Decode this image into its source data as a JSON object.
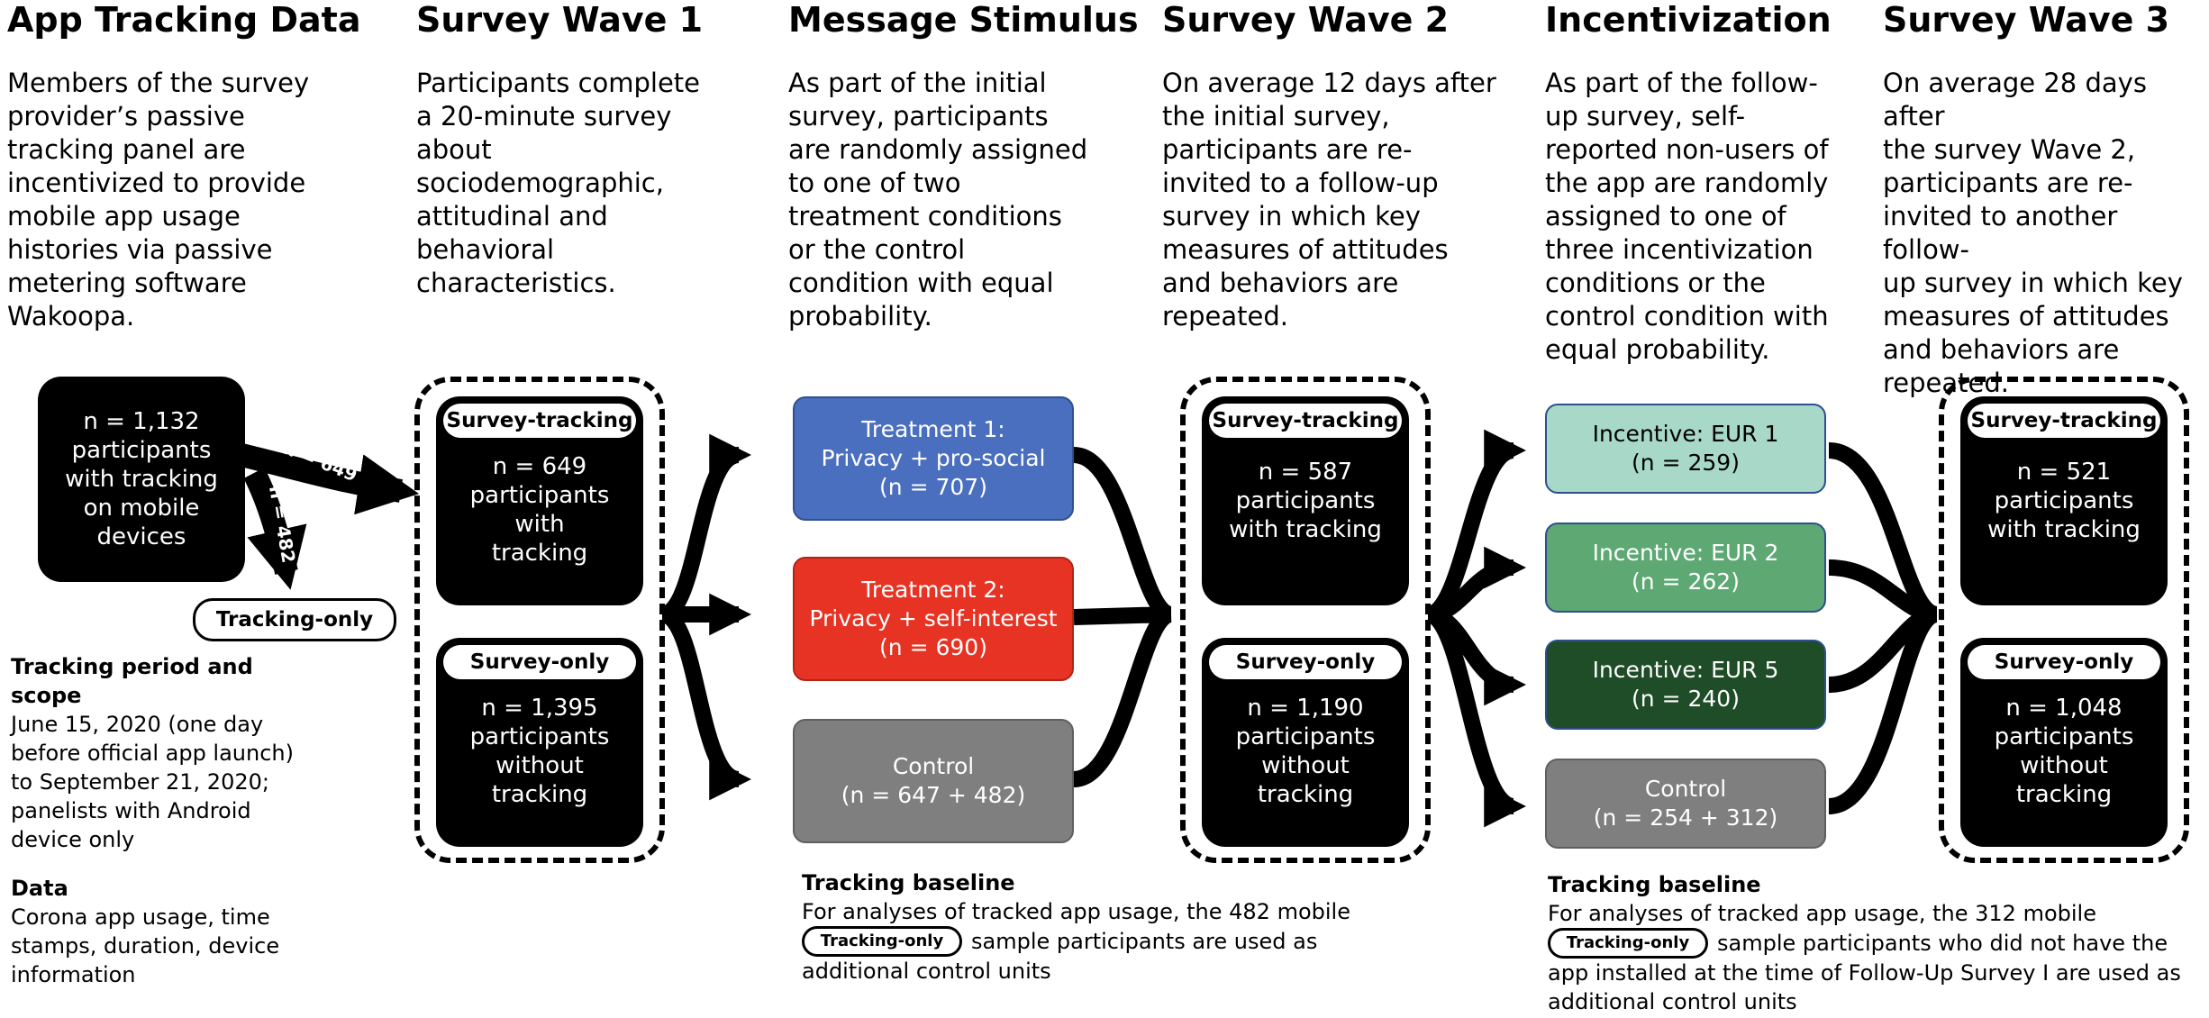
{
  "colors": {
    "treatment1": "#4a6fbe",
    "treatment2": "#e63323",
    "control": "#7f7f7f",
    "eur1": "#a8d8c8",
    "eur2": "#5ea874",
    "eur5": "#1f4d27"
  },
  "headers": {
    "app_tracking": "App Tracking Data",
    "wave1": "Survey Wave 1",
    "message": "Message Stimulus",
    "wave2": "Survey Wave 2",
    "incent": "Incentivization",
    "wave3": "Survey Wave 3"
  },
  "descriptions": {
    "app_tracking": [
      "Members of the survey",
      "provider’s passive",
      "tracking panel are",
      "incentivized to provide",
      "mobile app usage",
      "histories via passive",
      "metering software",
      "Wakoopa."
    ],
    "wave1": [
      "Participants complete",
      "a 20-minute survey",
      "about",
      "sociodemographic,",
      "attitudinal and",
      "behavioral",
      "characteristics."
    ],
    "message": [
      "As part of the initial",
      "survey, participants",
      "are randomly assigned",
      "to one of two",
      "treatment conditions",
      "or the control",
      "condition with equal",
      "probability."
    ],
    "wave2": [
      "On average 12 days after",
      "the initial survey,",
      "participants are re-",
      "invited to a follow-up",
      "survey in which key",
      "measures of attitudes",
      "and behaviors are",
      "repeated."
    ],
    "incent": [
      "As part of the follow-",
      "up survey, self-",
      "reported non-users of",
      "the app are randomly",
      "assigned to one of",
      "three incentivization",
      "conditions or the",
      "control condition with",
      "equal probability."
    ],
    "wave3": [
      "On average 28 days after",
      "the survey Wave 2,",
      "participants are re-",
      "invited to another follow-",
      "up survey in which key",
      "measures of attitudes",
      "and behaviors are",
      "repeated."
    ]
  },
  "tracking_box": [
    "n = 1,132",
    "participants",
    "with tracking",
    "on mobile",
    "devices"
  ],
  "arrow_labels": {
    "a649": "n = 649",
    "a482": "n = 482"
  },
  "tracking_only_label": "Tracking-only",
  "wave1_boxes": {
    "tracking_label": "Survey-tracking",
    "tracking_lines": [
      "n = 649",
      "participants",
      "with",
      "tracking"
    ],
    "only_label": "Survey-only",
    "only_lines": [
      "n = 1,395",
      "participants",
      "without",
      "tracking"
    ]
  },
  "treatments": {
    "t1": [
      "Treatment 1:",
      "Privacy + pro-social",
      "(n = 707)"
    ],
    "t2": [
      "Treatment 2:",
      "Privacy + self-interest",
      "(n = 690)"
    ],
    "control": [
      "Control",
      "(n = 647 + 482)"
    ]
  },
  "wave2_boxes": {
    "tracking_label": "Survey-tracking",
    "tracking_lines": [
      "n = 587",
      "participants",
      "with tracking"
    ],
    "only_label": "Survey-only",
    "only_lines": [
      "n = 1,190",
      "participants",
      "without",
      "tracking"
    ]
  },
  "incentives": {
    "eur1": [
      "Incentive:  EUR 1",
      "(n = 259)"
    ],
    "eur2": [
      "Incentive:  EUR 2",
      "(n = 262)"
    ],
    "eur5": [
      "Incentive:  EUR 5",
      "(n = 240)"
    ],
    "control": [
      "Control",
      "(n = 254 + 312)"
    ]
  },
  "wave3_boxes": {
    "tracking_label": "Survey-tracking",
    "tracking_lines": [
      "n = 521",
      "participants",
      "with tracking"
    ],
    "only_label": "Survey-only",
    "only_lines": [
      "n = 1,048",
      "participants",
      "without",
      "tracking"
    ]
  },
  "period_note": {
    "heading": [
      "Tracking period and",
      "scope"
    ],
    "lines": [
      "June 15, 2020 (one day",
      "before official app launch)",
      "to September 21, 2020;",
      "panelists with Android",
      "device only"
    ],
    "data_heading": "Data",
    "data_lines": [
      "Corona app usage, time",
      "stamps, duration, device",
      "information"
    ]
  },
  "baseline1": {
    "heading": "Tracking baseline",
    "line1": "For analyses of tracked app usage, the 482 mobile",
    "line2_after": "sample participants are used as",
    "line3": "additional control units"
  },
  "baseline2": {
    "heading": "Tracking baseline",
    "line1": "For analyses of tracked app usage, the 312 mobile",
    "line2_after": "sample participants who did not have the",
    "line3": "app installed at the time of Follow-Up Survey I are used as",
    "line4": "additional control units"
  }
}
